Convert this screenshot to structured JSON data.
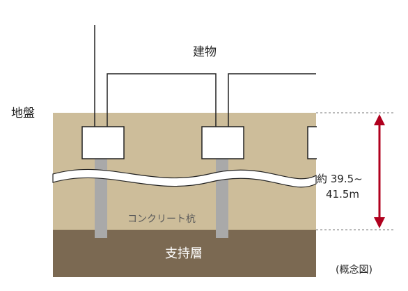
{
  "labels": {
    "building": "建物",
    "ground": "地盤",
    "pile": "コンクリート杭",
    "bearing_layer": "支持層",
    "depth_line1": "約 39.5~",
    "depth_line2": "41.5m",
    "caption": "(概念図)"
  },
  "colors": {
    "soil": "#cdbd9a",
    "bearing_layer": "#7b6952",
    "pile": "#a9a9a9",
    "arrow": "#b0001e",
    "line": "#222222",
    "dashed": "#777777",
    "bearing_text": "#ffffff",
    "text": "#222222"
  }
}
